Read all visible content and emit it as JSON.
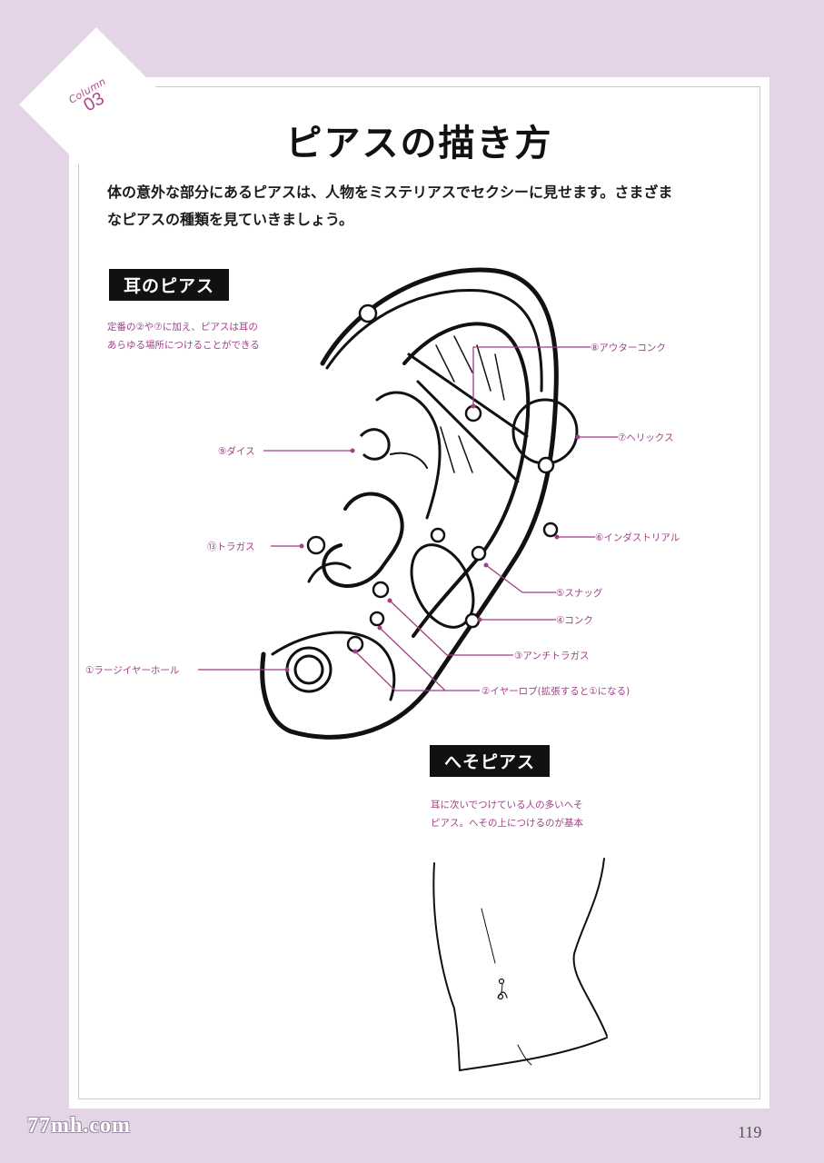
{
  "column": {
    "word": "Column",
    "number": "03"
  },
  "title": "ピアスの描き方",
  "intro": {
    "line1": "体の意外な部分にあるピアスは、人物をミステリアスでセクシーに見せます。さまざま",
    "line2": "なピアスの種類を見ていきましょう。"
  },
  "ear_section": {
    "label": "耳のピアス",
    "caption_line1": "定番の②や⑦に加え、ピアスは耳の",
    "caption_line2": "あらゆる場所につけることができる",
    "callouts": {
      "outer_conch": "⑧アウターコンク",
      "helix": "⑦ヘリックス",
      "daith": "⑨ダイス",
      "industrial": "⑥インダストリアル",
      "tragus": "⑬トラガス",
      "snug": "⑤スナッグ",
      "conch": "④コンク",
      "anti_tragus": "③アンチトラガス",
      "large_gauge": "①ラージイヤーホール",
      "earlobe": "②イヤーロブ(拡張すると①になる)"
    }
  },
  "navel_section": {
    "label": "へそピアス",
    "caption_line1": "耳に次いでつけている人の多いへそ",
    "caption_line2": "ピアス。へその上につけるのが基本"
  },
  "page_number": "119",
  "watermark": "77mh.com",
  "colors": {
    "accent": "#a13f86",
    "background": "#e4d5e6",
    "label_bg": "#111111"
  }
}
